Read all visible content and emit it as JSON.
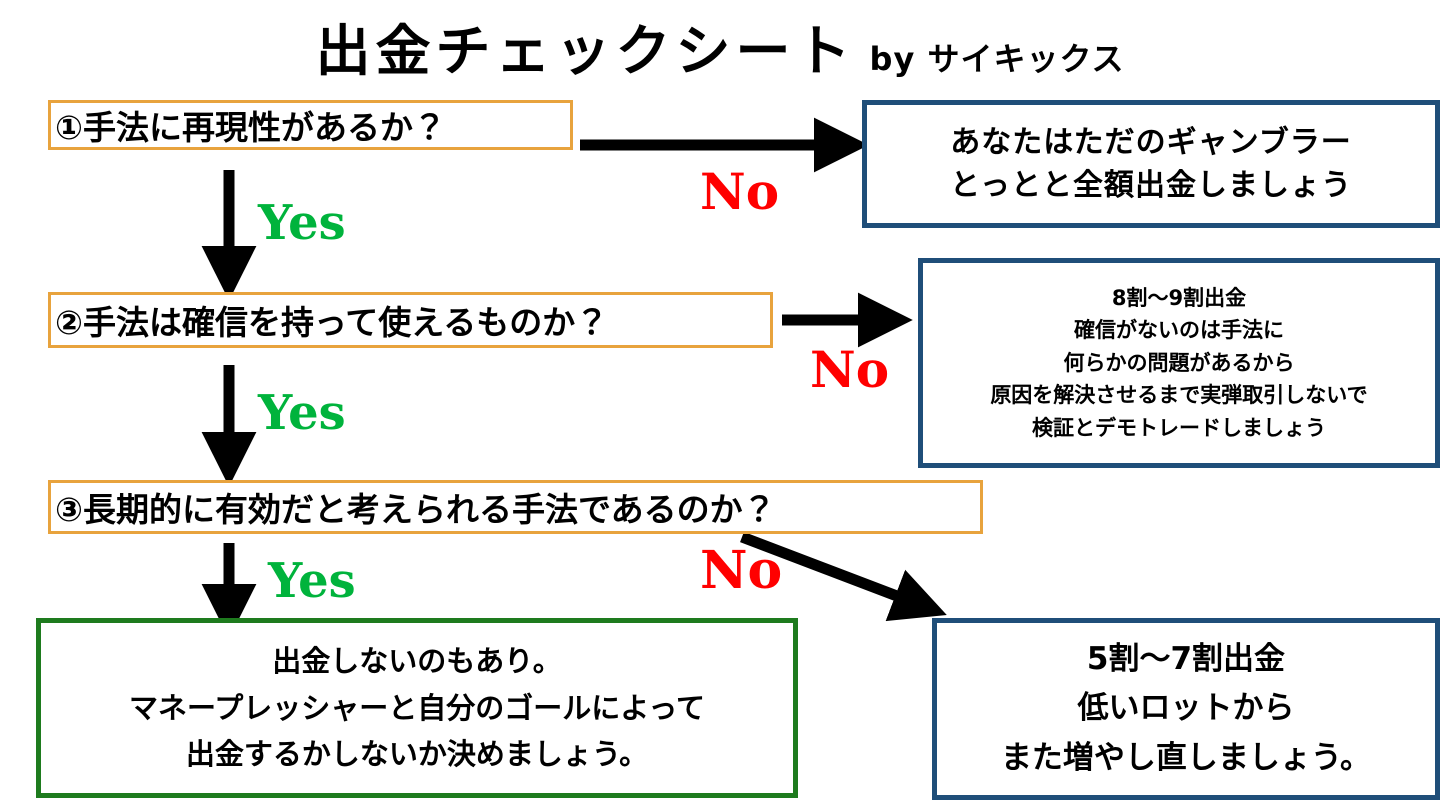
{
  "header": {
    "title": "出金チェックシート",
    "byline": "by サイキックス"
  },
  "colors": {
    "question_border": "#E8A33D",
    "outcome_blue_border": "#1F4E79",
    "outcome_green_border": "#1E7B1E",
    "yes_label": "#00B33C",
    "no_label": "#FF0000",
    "arrow": "#000000",
    "background": "#FFFFFF",
    "text": "#000000"
  },
  "labels": {
    "yes": "Yes",
    "no": "No"
  },
  "questions": [
    {
      "id": "q1",
      "text": "①手法に再現性があるか？"
    },
    {
      "id": "q2",
      "text": "②手法は確信を持って使えるものか？"
    },
    {
      "id": "q3",
      "text": "③長期的に有効だと考えられる手法であるのか？"
    }
  ],
  "outcomes": {
    "gambler": {
      "border": "blue",
      "lines": [
        "あなたはただのギャンブラー",
        "とっとと全額出金しましょう"
      ]
    },
    "eighty_ninety": {
      "border": "blue",
      "lines": [
        "8割〜9割出金",
        "確信がないのは手法に",
        "何らかの問題があるから",
        "原因を解決させるまで実弾取引しないで",
        "検証とデモトレードしましょう"
      ]
    },
    "no_withdrawal": {
      "border": "green",
      "lines": [
        "出金しないのもあり。",
        "マネープレッシャーと自分のゴールによって",
        "出金するかしないか決めましょう。"
      ]
    },
    "fifty_seventy": {
      "border": "blue",
      "lines": [
        "5割〜7割出金",
        "低いロットから",
        "また増やし直しましょう。"
      ]
    }
  },
  "flow": {
    "edges": [
      {
        "from": "q1",
        "to": "q2",
        "label": "Yes",
        "direction": "down"
      },
      {
        "from": "q1",
        "to": "gambler",
        "label": "No",
        "direction": "right"
      },
      {
        "from": "q2",
        "to": "q3",
        "label": "Yes",
        "direction": "down"
      },
      {
        "from": "q2",
        "to": "eighty_ninety",
        "label": "No",
        "direction": "right"
      },
      {
        "from": "q3",
        "to": "no_withdrawal",
        "label": "Yes",
        "direction": "down"
      },
      {
        "from": "q3",
        "to": "fifty_seventy",
        "label": "No",
        "direction": "diagonal"
      }
    ]
  }
}
